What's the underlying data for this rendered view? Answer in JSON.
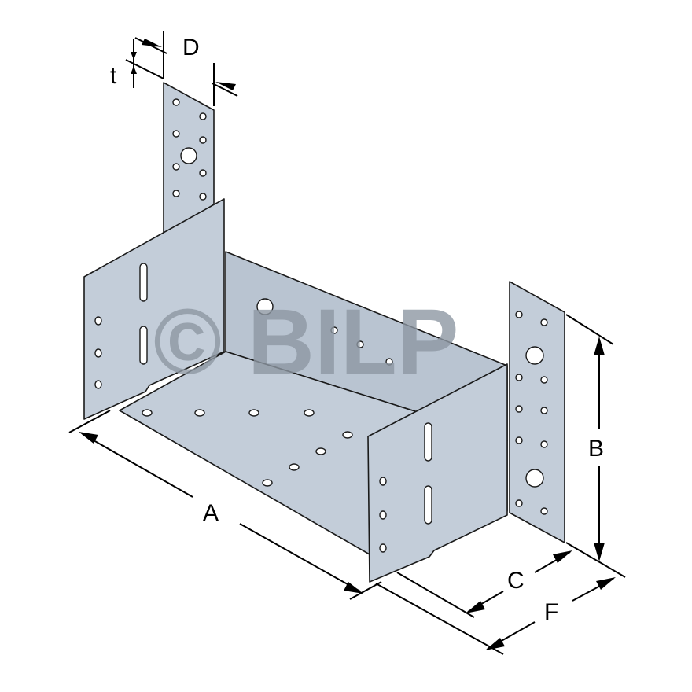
{
  "watermark": "© BILP",
  "dimensions": {
    "a": "A",
    "b": "B",
    "c": "C",
    "d": "D",
    "f": "F",
    "t": "t"
  },
  "colors": {
    "plate": "#c3cdd9",
    "watermark": "#8e98a3",
    "outline": "#1a1a1a"
  }
}
